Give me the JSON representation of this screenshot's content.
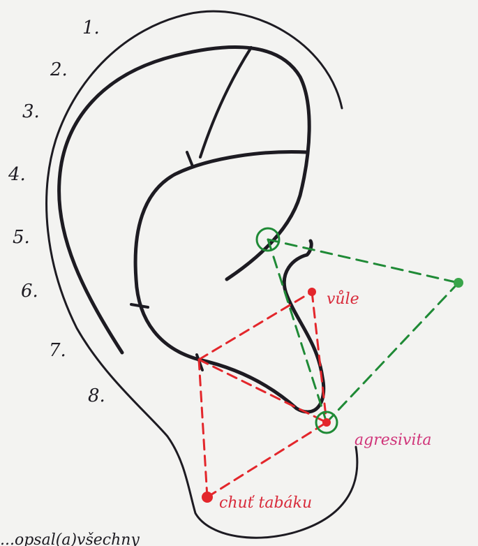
{
  "numbers": [
    "1.",
    "2.",
    "3.",
    "4.",
    "5.",
    "6.",
    "7.",
    "8."
  ],
  "points": {
    "will": "vůle",
    "aggression": "agresivita",
    "tobacco": "chuť tabáku"
  },
  "footer_text": "...opsal(a)všechny",
  "colors": {
    "ink": "#1d1b22",
    "red": "#e3262b",
    "green": "#1f8a36",
    "paper": "#f3f3f1"
  }
}
